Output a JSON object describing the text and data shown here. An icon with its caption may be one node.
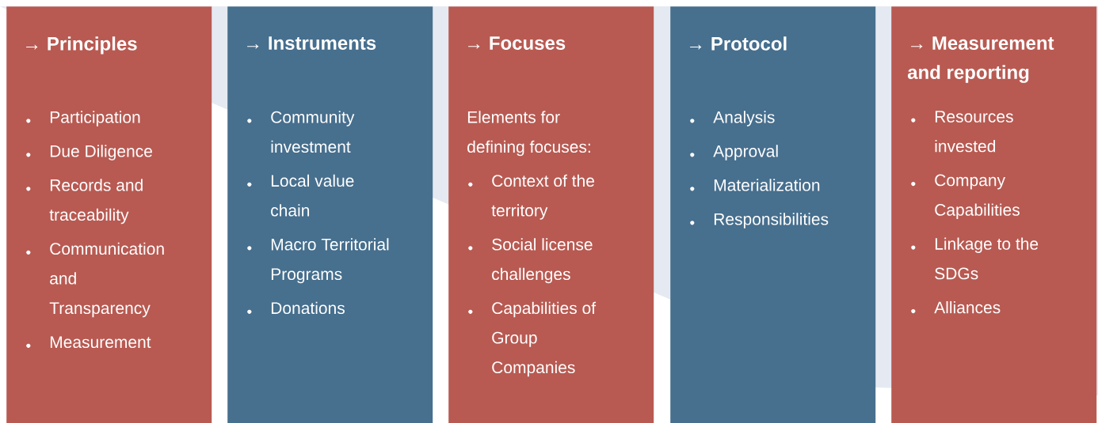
{
  "diagram": {
    "nodes": [
      {
        "text": [
          "→ Principles",
          "Participation",
          "Due Diligence",
          "Records and traceability",
          "Communication and Transparency",
          "Measurement"
        ]
      },
      {
        "text": [
          "→ Instruments",
          "Community investment",
          "Local value chain",
          "Macro Territorial Programs",
          "Donations"
        ]
      },
      {
        "text": [
          "→ Focuses",
          "Elements for defining focuses:",
          "Context of the territory",
          "Social license challenges",
          "Capabilities of Group Companies"
        ]
      },
      {
        "text": [
          "→ Protocol",
          "Analysis",
          "Approval",
          "Materialization",
          "Responsibilities"
        ]
      },
      {
        "text": [
          "→ Measurement and reporting",
          "Resources invested",
          "Company Capabilities",
          "Linkage to the SDGs",
          "Alliances"
        ]
      }
    ]
  }
}
